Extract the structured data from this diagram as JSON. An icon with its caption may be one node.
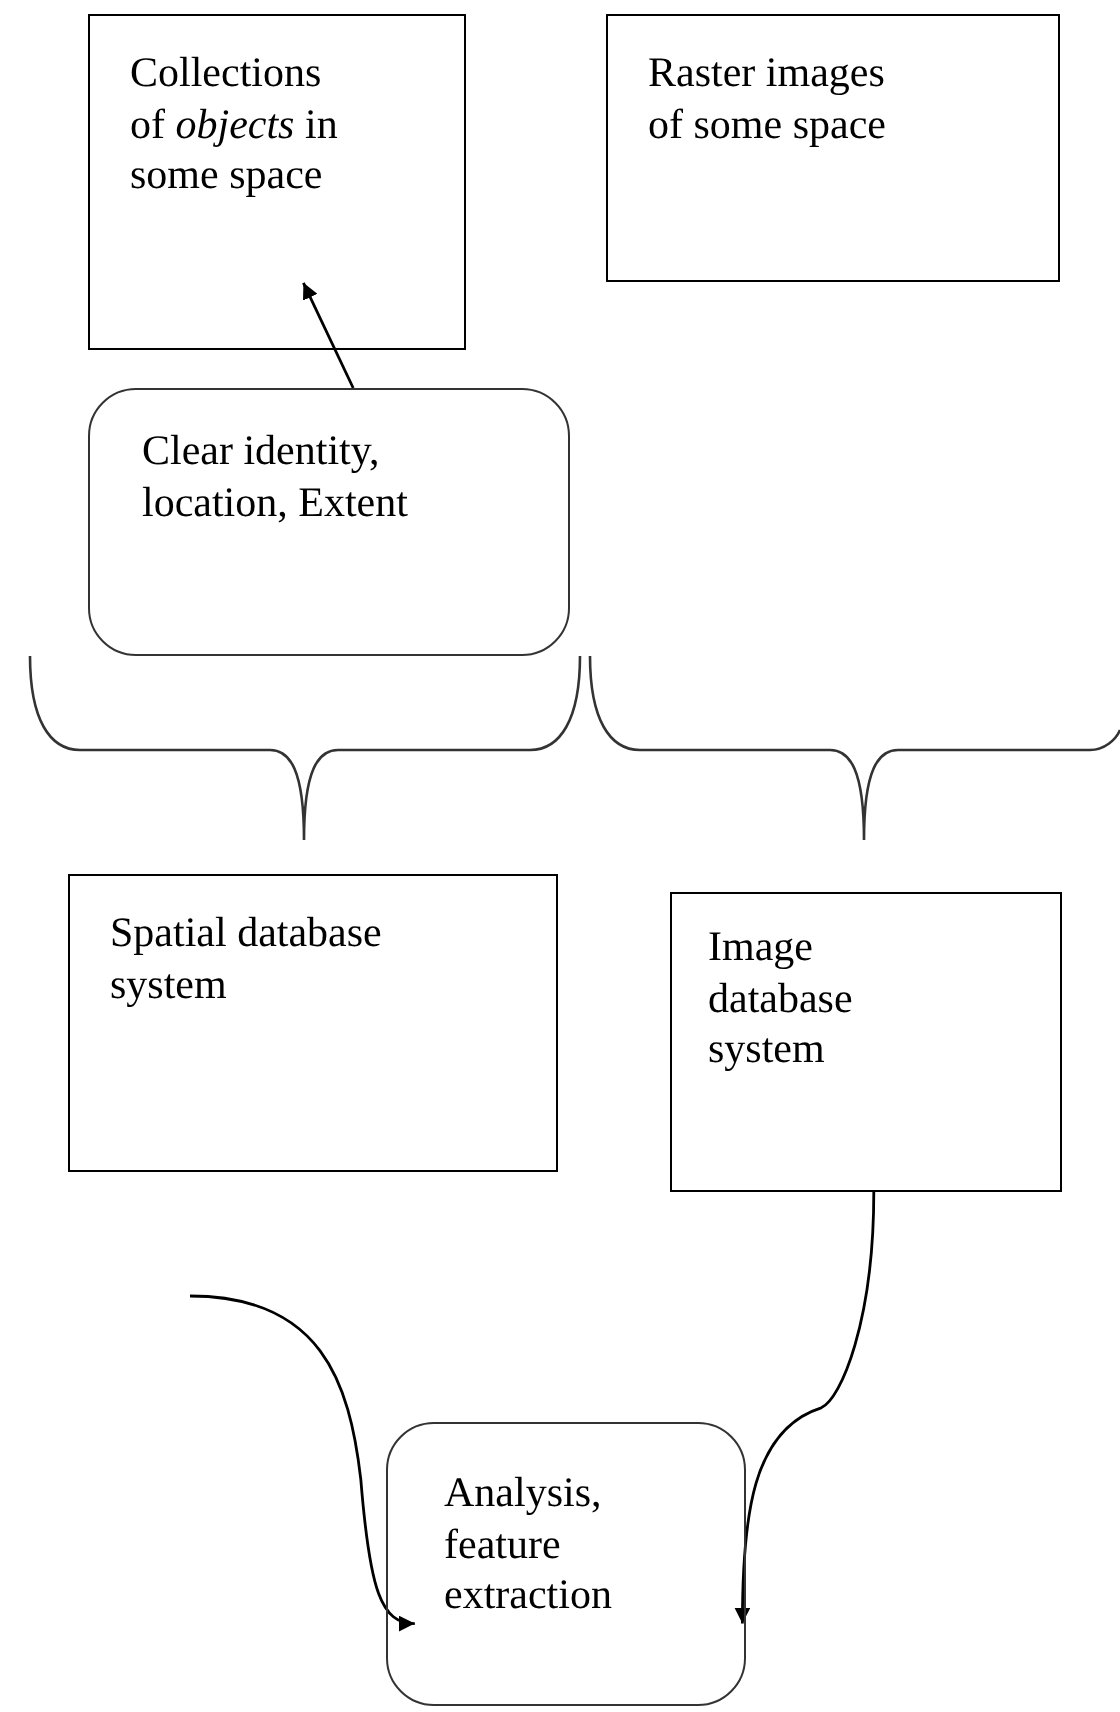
{
  "diagram": {
    "nodes": [
      {
        "text": [
          "Collections of *objects* in some space"
        ]
      },
      {
        "text": [
          "Raster images of some space"
        ]
      },
      {
        "text": [
          "Clear identity, location, Extent"
        ]
      },
      {
        "text": [
          "Spatial database system"
        ]
      },
      {
        "text": [
          "Image database system"
        ]
      },
      {
        "text": [
          "Analysis, feature extraction"
        ]
      }
    ],
    "edges": [
      {
        "from": 2,
        "to": 0,
        "arrow": "to"
      },
      {
        "from": null,
        "to": 5,
        "arrow": "to"
      },
      {
        "from": 4,
        "to": 5,
        "arrow": "to"
      }
    ]
  }
}
